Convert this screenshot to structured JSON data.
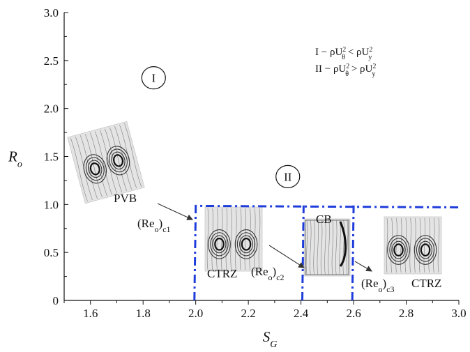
{
  "chart_data": {
    "type": "scatter",
    "xlabel": "S",
    "xlabel_sub": "G",
    "ylabel": "R",
    "ylabel_sub": "o",
    "xlim": [
      1.5,
      3.0
    ],
    "ylim": [
      0,
      3.0
    ],
    "xticks": [
      1.6,
      1.8,
      2.0,
      2.2,
      2.4,
      2.6,
      2.8,
      3.0
    ],
    "xtick_labels": [
      "1.6",
      "1.8",
      "2.0",
      "2.2",
      "2.4",
      "2.6",
      "2.8",
      "3.0"
    ],
    "yticks": [
      0,
      0.5,
      1.0,
      1.5,
      2.0,
      2.5,
      3.0
    ],
    "ytick_labels": [
      "0",
      "0.5",
      "1.0",
      "1.5",
      "2.0",
      "2.5",
      "3.0"
    ],
    "series": [
      {
        "style": "dash-dot",
        "color": "#1f3ddb",
        "x": [
          1.995,
          2.0,
          3.0
        ],
        "y": [
          0,
          0.985,
          0.97
        ]
      },
      {
        "style": "dash-dot",
        "color": "#1f3ddb",
        "x": [
          2.405,
          2.41
        ],
        "y": [
          0,
          0.99
        ]
      },
      {
        "style": "dash-dot",
        "color": "#1f3ddb",
        "x": [
          2.595,
          2.6
        ],
        "y": [
          0,
          0.99
        ]
      }
    ],
    "regions": [
      {
        "label": "I",
        "x": 1.84,
        "y": 2.32
      },
      {
        "label": "II",
        "x": 2.35,
        "y": 1.29
      }
    ],
    "legend": {
      "line1_prefix": "I − ρU",
      "line1_sub": "θ",
      "line1_mid": " < ρU",
      "line1_sub2": "y",
      "line2_prefix": "II − ρU",
      "line2_sub": "θ",
      "line2_mid": " > ρU",
      "line2_sub2": "y",
      "sup": "2"
    },
    "insets": [
      {
        "label": "PVB",
        "x": 1.54,
        "y": 1.85
      },
      {
        "label": "CTRZ",
        "x": 2.02,
        "y": 0.98
      },
      {
        "label": "CB",
        "x": 2.42,
        "y": 0.95
      },
      {
        "label": "CTRZ",
        "x": 2.675,
        "y": 0.98
      }
    ],
    "annotations": [
      {
        "label": "(Re",
        "sub": "o",
        "suffix": ")",
        "sub2": "c1",
        "x": 1.935,
        "y": 0.78
      },
      {
        "label": "(Re",
        "sub": "o",
        "suffix": ")",
        "sub2": "c2",
        "x": 2.18,
        "y": 0.62
      },
      {
        "label": "(Re",
        "sub": "o",
        "suffix": ")",
        "sub2": "c3",
        "x": 2.62,
        "y": 0.33
      }
    ],
    "inset_labels": {
      "pvb": "PVB",
      "ctrz_left": "CTRZ",
      "cb": "CB",
      "ctrz_right": "CTRZ"
    }
  }
}
